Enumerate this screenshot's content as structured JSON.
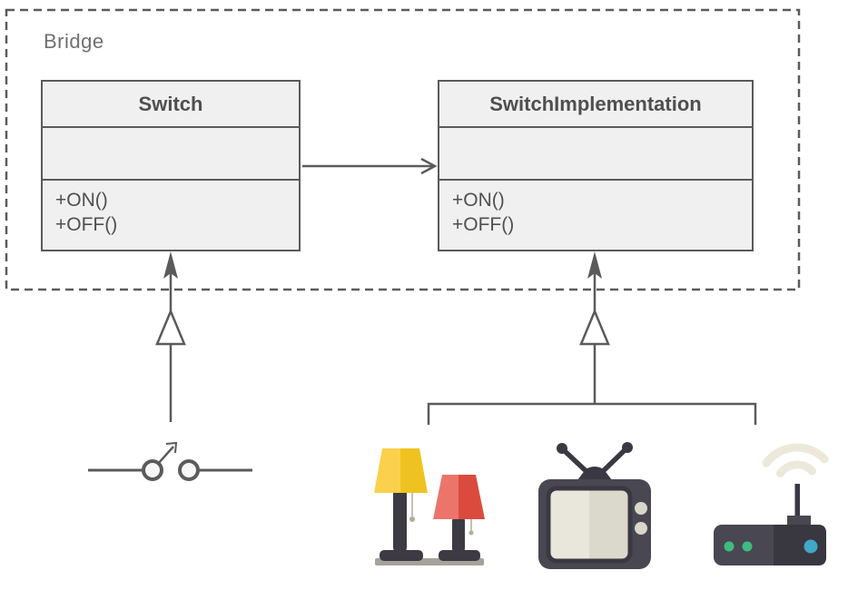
{
  "diagram": {
    "container_label": "Bridge",
    "classes": [
      {
        "name": "Switch",
        "attributes": "",
        "methods": [
          "+ON()",
          "+OFF()"
        ]
      },
      {
        "name": "SwitchImplementation",
        "attributes": "",
        "methods": [
          "+ON()",
          "+OFF()"
        ]
      }
    ],
    "icons": [
      "toggle-switch-icon",
      "lamps-icon",
      "tv-icon",
      "wifi-router-icon"
    ]
  },
  "colors": {
    "line": "#5B5B5B",
    "box-border": "#5A5A5A",
    "box-fill": "#F0F0F0",
    "class-text": "#4F4F4F",
    "frame-label": "#707070",
    "node-fill": "#F6F6F6",
    "stand-dark": "#3D3A44",
    "lamp-yellow-light": "#FBD14B",
    "lamp-yellow-dark": "#EFC31F",
    "lamp-red-light": "#ED746A",
    "lamp-red-dark": "#DA4B3D",
    "lamp-chain": "#B3AB9C",
    "platform-gray": "#A5A29A",
    "tv-body": "#494751",
    "tv-dark": "#3A3842",
    "screen-light": "#E9E7DB",
    "screen-dark": "#DBD9CB",
    "knob-cream": "#D9D7C9",
    "router-dark": "#39373F",
    "wifi-cream": "#EDE9DA",
    "led-green": "#3EBC80",
    "button-blue": "#41A8C7"
  }
}
